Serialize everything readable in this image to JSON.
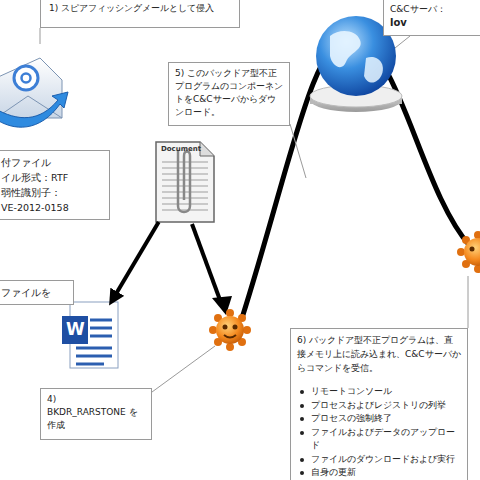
{
  "diagram": {
    "nodes": [
      {
        "text": [
          "1) スピアフィッシングメールとして侵入"
        ]
      },
      {
        "text": [
          "C&Cサーバ：",
          "lov"
        ]
      },
      {
        "text": [
          "5) このバックドア型不正プログラムのコンポーネントをC&Cサーバからダウンロード。"
        ]
      },
      {
        "text": [
          "付ファイル",
          "イル形式：RTF",
          "弱性識別子：",
          "VE-2012-0158"
        ]
      },
      {
        "text": [
          "Document"
        ]
      },
      {
        "text": [
          "ファイルを"
        ]
      },
      {
        "text": [
          "W"
        ]
      },
      {
        "text": [
          "4)",
          "BKDR_RARSTONE を作成"
        ]
      },
      {
        "text": [
          "6) バックドア型不正プログラムは、直接メモリ上に読み込まれ、C&Cサーバからコマンドを受信。",
          "リモートコンソール",
          "プロセスおよびレジストリの列挙",
          "プロセスの強制終了",
          "ファイルおよびデータのアップロード",
          "ファイルのダウンロードおよび実行",
          "自身の更新"
        ]
      }
    ],
    "edges": [
      {
        "from": 4,
        "to": 6,
        "arrow": "to"
      }
    ]
  }
}
